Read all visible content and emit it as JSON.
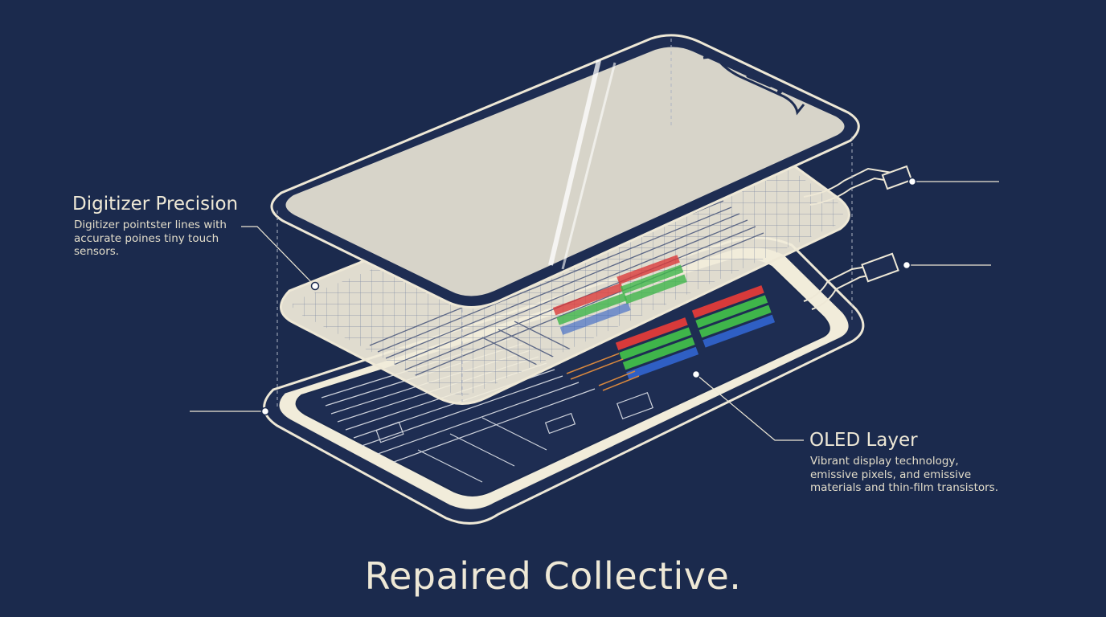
{
  "callouts": {
    "digitizer": {
      "title": "Digitizer Precision",
      "description": "Digitizer pointster lines with\naccurate poines tiny touch\nsensors."
    },
    "oled": {
      "title": "OLED Layer",
      "description": "Vibrant display technology,\nemissive pixels, and emissive\nmaterials and thin-film transistors."
    }
  },
  "brand": {
    "text": "Repaired Collective."
  },
  "colors": {
    "background": "#1b2a4d",
    "line": "#eee8d6",
    "panel": "#f1ecda",
    "subpixel_red": "#d83a3a",
    "subpixel_green": "#3fb54a",
    "subpixel_blue": "#2f5fc4"
  }
}
